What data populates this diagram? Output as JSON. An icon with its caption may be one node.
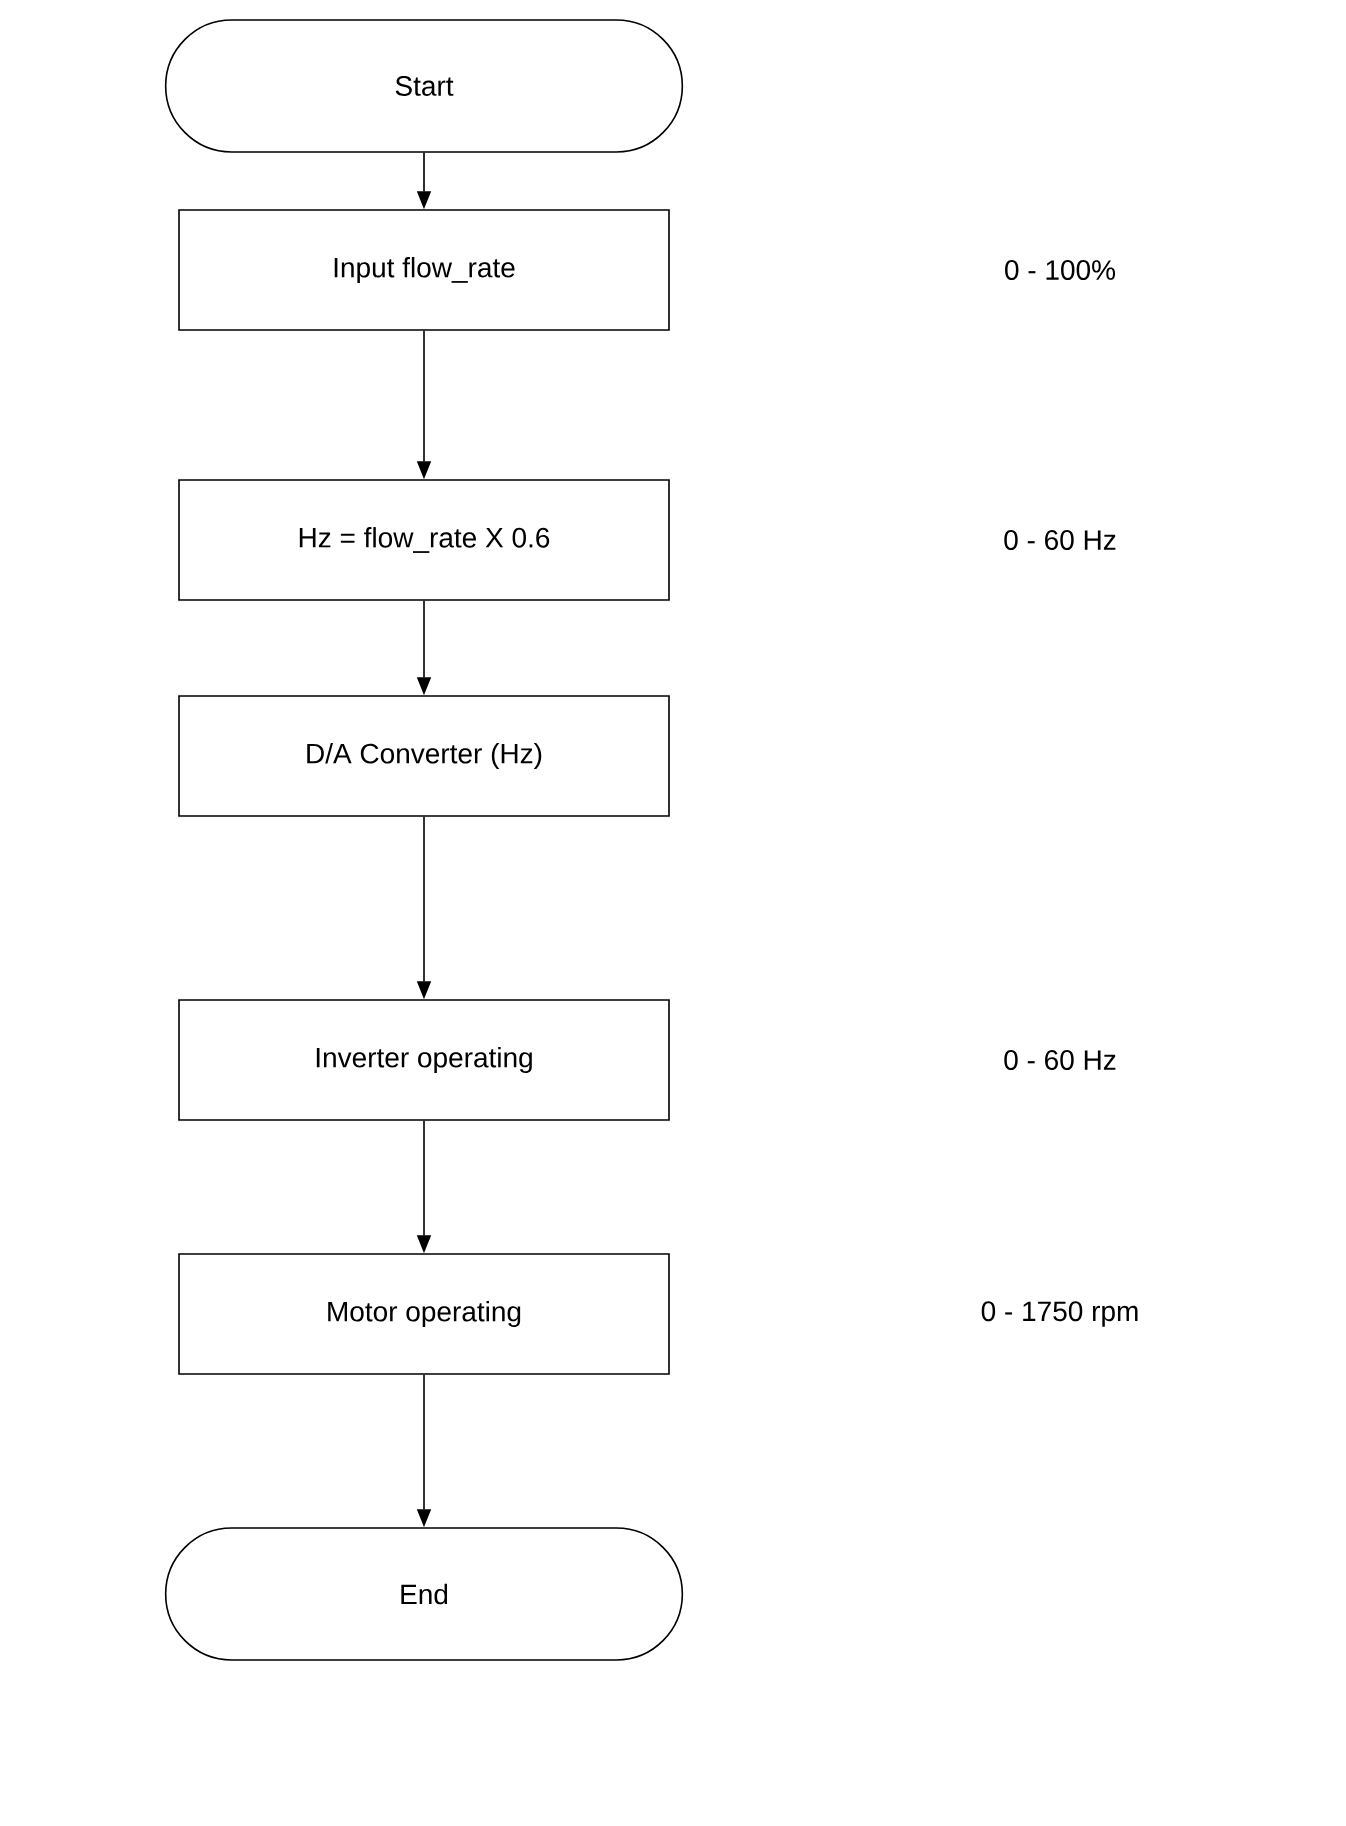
{
  "diagram": {
    "nodes": [
      {
        "text": [
          "Start"
        ]
      },
      {
        "text": [
          "Input flow_rate"
        ]
      },
      {
        "text": [
          "Hz = flow_rate X 0.6"
        ]
      },
      {
        "text": [
          "D/A Converter (Hz)"
        ]
      },
      {
        "text": [
          "Inverter operating"
        ]
      },
      {
        "text": [
          "Motor operating"
        ]
      },
      {
        "text": [
          "End"
        ]
      }
    ],
    "edges": [
      {
        "from": 0,
        "to": 1,
        "arrow": "to"
      },
      {
        "from": 1,
        "to": 2,
        "arrow": "to"
      },
      {
        "from": 2,
        "to": 3,
        "arrow": "to"
      },
      {
        "from": 3,
        "to": 4,
        "arrow": "to"
      },
      {
        "from": 4,
        "to": 5,
        "arrow": "to"
      },
      {
        "from": 5,
        "to": 6,
        "arrow": "to"
      }
    ],
    "labels": [
      "0 - 100%",
      "0 - 60 Hz",
      "0 - 60 Hz",
      "0 - 1750 rpm"
    ]
  }
}
